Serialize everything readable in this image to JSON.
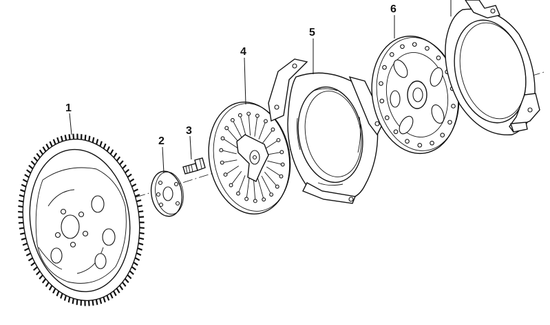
{
  "callouts": [
    {
      "id": "1",
      "label": "1"
    },
    {
      "id": "2",
      "label": "2"
    },
    {
      "id": "3",
      "label": "3"
    },
    {
      "id": "4",
      "label": "4"
    },
    {
      "id": "5",
      "label": "5"
    },
    {
      "id": "6",
      "label": "6"
    }
  ],
  "colors": {
    "ink": "#111111",
    "background": "#ffffff"
  }
}
